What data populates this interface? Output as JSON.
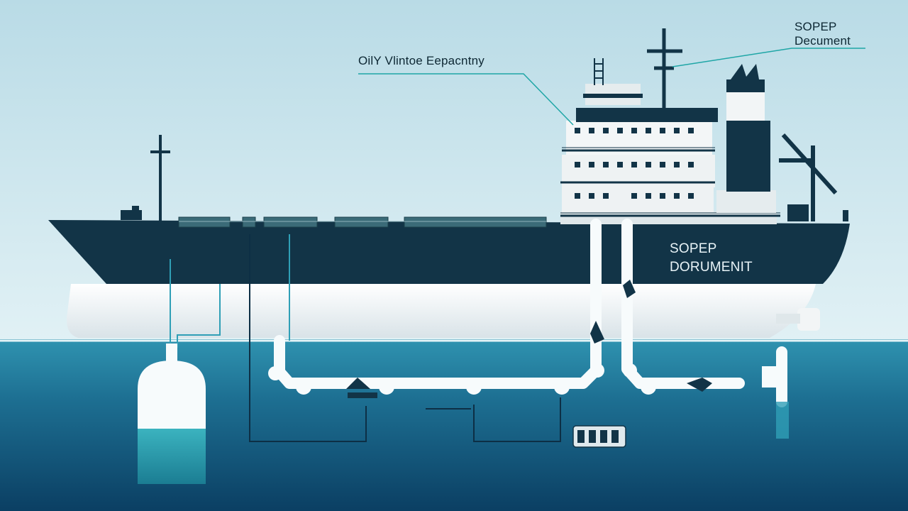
{
  "labels": {
    "top_left": "OilY Vlintoe Eepacntny",
    "top_right_line1": "SOPEP",
    "top_right_line2": "Decument",
    "hull_line1": "SOPEP",
    "hull_line2": "DORUMENIT"
  },
  "colors": {
    "sky_top": "#c4e2ec",
    "sky_bottom": "#dff0f4",
    "sea_top": "#2a8ba8",
    "sea_bottom": "#0d4d72",
    "hull_dark": "#123447",
    "hull_white": "#f2f4f5",
    "pipe": "#f7fbfc",
    "leader_line": "#1fa6a6",
    "tank_water": "#2e9fae"
  }
}
